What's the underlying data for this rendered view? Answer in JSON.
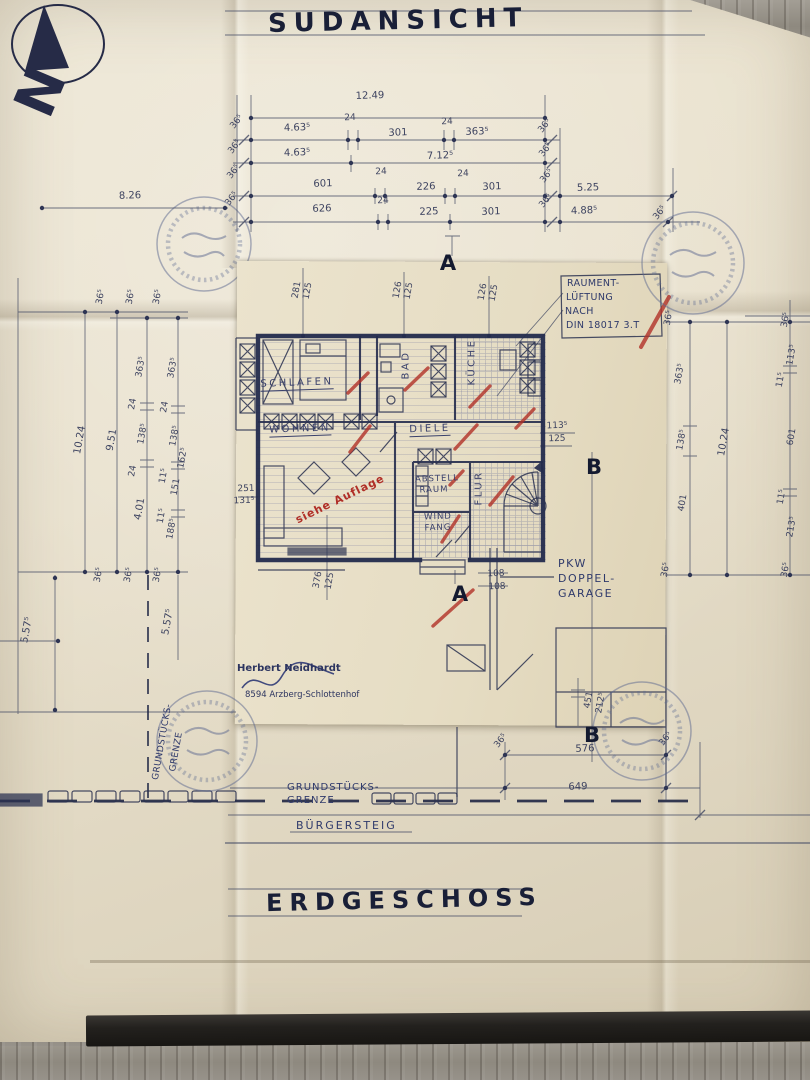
{
  "titles": {
    "south_view": "SUDANSICHT",
    "ground_floor": "ERDGESCHOSS"
  },
  "north_label": "N",
  "section_marks": {
    "a_top": "A",
    "a_bottom": "A",
    "b_mid": "B",
    "b_bottom": "B"
  },
  "rooms": {
    "schlafen": "SCHLAFEN",
    "bad": "BAD",
    "kueche": "KÜCHE",
    "wohnen": "WOHNEN",
    "diele": "DIELE",
    "abstell_line1": "ABSTELL",
    "abstell_line2": "RAUM",
    "windfang_line1": "WIND",
    "windfang_line2": "FANG",
    "flur": "FLUR"
  },
  "annotations": {
    "siehe_auflage": "siehe Auflage",
    "vent_line1": "RAUMENT-",
    "vent_line2": "LÜFTUNG",
    "vent_line3": "NACH",
    "vent_line4": "DIN 18017 3.T",
    "garage_line1": "PKW",
    "garage_line2": "DOPPEL-",
    "garage_line3": "GARAGE"
  },
  "boundary": {
    "grenze_line1": "GRUNDSTÜCKS-",
    "grenze_line2": "GRENZE",
    "grenze_vert_line1": "GRUNDSTÜCKS-",
    "grenze_vert_line2": "GRENZE",
    "sidewalk": "BÜRGERSTEIG"
  },
  "signature": {
    "name": "Herbert Neidhardt",
    "address": "8594 Arzberg-Schlottenhof"
  },
  "dims": {
    "top": [
      "12.49",
      "36⁵",
      "4.63⁵",
      "24",
      "301",
      "24",
      "363⁵",
      "36⁵",
      "36⁵",
      "4.63⁵",
      "7.12⁵",
      "36⁵",
      "36⁵",
      "601",
      "24",
      "226",
      "24",
      "301",
      "5.25",
      "36⁵",
      "36⁵",
      "626",
      "24",
      "225",
      "301",
      "4.88⁵",
      "36⁵",
      "36⁵",
      "8.26"
    ],
    "left": [
      "36⁵",
      "36⁵",
      "36⁵",
      "363⁵",
      "363⁵",
      "24",
      "24",
      "138⁵",
      "138⁵",
      "10.24",
      "9.51",
      "162⁵",
      "11⁵",
      "151",
      "24",
      "4.01",
      "11⁵",
      "188⁵",
      "36⁵",
      "36⁵",
      "36⁵",
      "5.57⁵",
      "5.57⁵"
    ],
    "right": [
      "36⁵",
      "36⁵",
      "363⁵",
      "113⁵",
      "11⁵",
      "138⁵",
      "10.24",
      "601",
      "401",
      "11⁵",
      "213⁵",
      "36⁵",
      "36⁵"
    ],
    "inset": [
      "281",
      "125",
      "126",
      "125",
      "126",
      "125",
      "113⁵",
      "125",
      "251",
      "131⁵",
      "376",
      "125",
      "108",
      "108",
      "451",
      "212⁵"
    ],
    "bottom": [
      "36⁵",
      "576",
      "36⁵",
      "649"
    ]
  },
  "colors": {
    "ink": "#1d2440",
    "pencil": "#474d66",
    "red": "#b02e27",
    "paper": "#e9e2cf",
    "stamp": "#5c6890"
  }
}
